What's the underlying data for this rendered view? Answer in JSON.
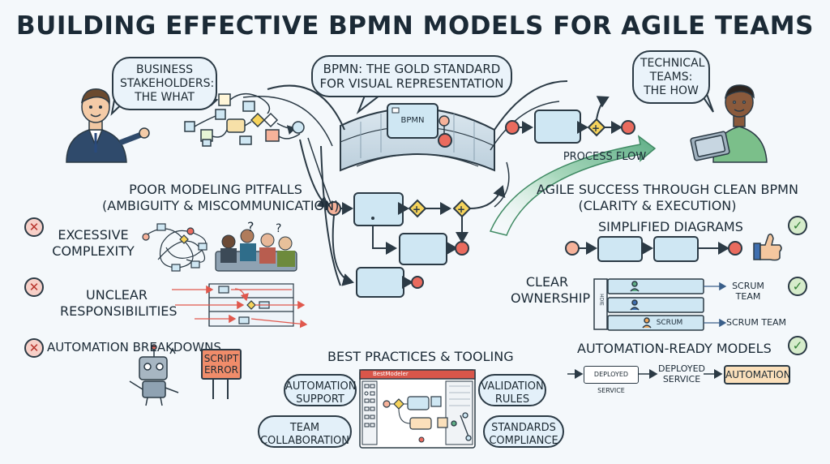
{
  "title": "BUILDING EFFECTIVE BPMN MODELS FOR AGILE TEAMS",
  "bubbles": {
    "business": [
      "BUSINESS",
      "STAKEHOLDERS:",
      "THE WHAT"
    ],
    "gold_standard": [
      "BPMN: THE GOLD STANDARD",
      "FOR VISUAL REPRESENTATION"
    ],
    "technical": [
      "TECHNICAL",
      "TEAMS:",
      "THE HOW"
    ]
  },
  "bridge_label": "BPMN",
  "process_flow_label": "PROCESS FLOW",
  "pitfalls": {
    "heading": [
      "POOR MODELING PITFALLS",
      "(AMBIGUITY & MISCOMMUNICATION)"
    ],
    "items": [
      {
        "lines": [
          "EXCESSIVE",
          "COMPLEXITY"
        ],
        "mark": "✕"
      },
      {
        "lines": [
          "UNCLEAR",
          "RESPONSIBILITIES"
        ],
        "mark": "✕"
      },
      {
        "lines": [
          "AUTOMATION BREAKDOWNS"
        ],
        "mark": "✕"
      }
    ],
    "question_mark": "?",
    "script_error": [
      "SCRIPT",
      "ERROR"
    ]
  },
  "success": {
    "heading": [
      "AGILE SUCCESS THROUGH CLEAN BPMN",
      "(CLARITY & EXECUTION)"
    ],
    "simplified": "SIMPLIFIED DIAGRAMS",
    "ownership": [
      "CLEAR",
      "OWNERSHIP"
    ],
    "lane_header": "HDIE",
    "scrum_inline": "SCRUM",
    "scrum_team_1": [
      "SCRUM",
      "TEAM"
    ],
    "scrum_team_2": "SCRUM TEAM",
    "automation_ready": "AUTOMATION-READY MODELS",
    "deployed_box": "DEPLOYED SERVICE",
    "deployed_text": [
      "DEPLOYED",
      "SERVICE"
    ],
    "automation": "AUTOMATION",
    "check": "✓"
  },
  "practices": {
    "heading": "BEST PRACTICES & TOOLING",
    "pills": [
      [
        "AUTOMATION",
        "SUPPORT"
      ],
      [
        "VALIDATION",
        "RULES"
      ],
      [
        "TEAM",
        "COLLABORATION"
      ],
      [
        "STANDARDS",
        "COMPLIANCE"
      ]
    ],
    "tool_title": "BestModeler"
  },
  "colors": {
    "task": "#cfe7f3",
    "start": "#f6b29a",
    "end": "#ea6b5e",
    "gateway": "#f6d35b",
    "outline": "#2b3a45",
    "arrow_green": "#5fae86",
    "bad": "#b7322a",
    "good": "#2e7d32"
  }
}
